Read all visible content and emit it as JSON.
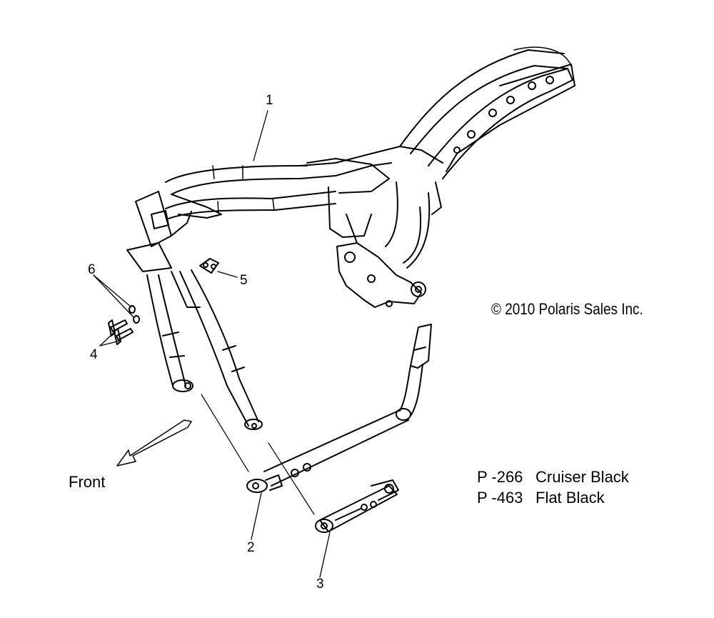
{
  "callouts": [
    "1",
    "2",
    "3",
    "4",
    "5",
    "6"
  ],
  "copyright": "© 2010 Polaris Sales Inc.",
  "direction_label": "Front",
  "paint_codes": [
    {
      "code": "P -266",
      "name": "Cruiser Black"
    },
    {
      "code": "P -463",
      "name": "Flat Black"
    }
  ],
  "colors": {
    "line": "#000000",
    "background": "#ffffff",
    "arrow_fill": "#ffffff"
  }
}
